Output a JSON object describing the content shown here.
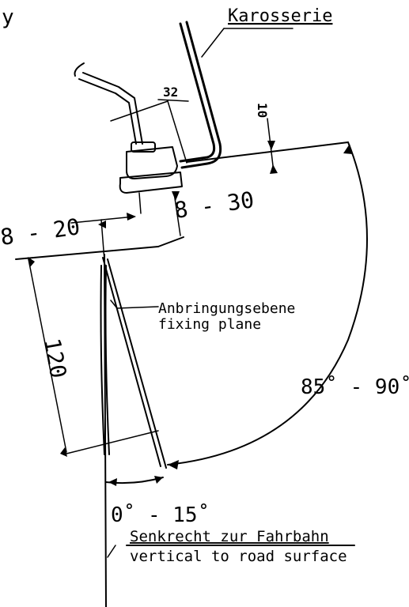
{
  "labels": {
    "corner_letter": "y",
    "body": "Karosserie",
    "dim_32": "32",
    "dim_10": "10",
    "dim_8_30": "8 - 30",
    "dim_8_20": "8 - 20",
    "dim_120": "120",
    "fixing_de": "Anbringungsebene",
    "fixing_en": "fixing plane",
    "angle_85_90": "85˚ - 90˚",
    "angle_0_15": "0˚ - 15˚",
    "vertical_de": "Senkrecht zur Fahrbahn",
    "vertical_en": "vertical to road surface"
  }
}
